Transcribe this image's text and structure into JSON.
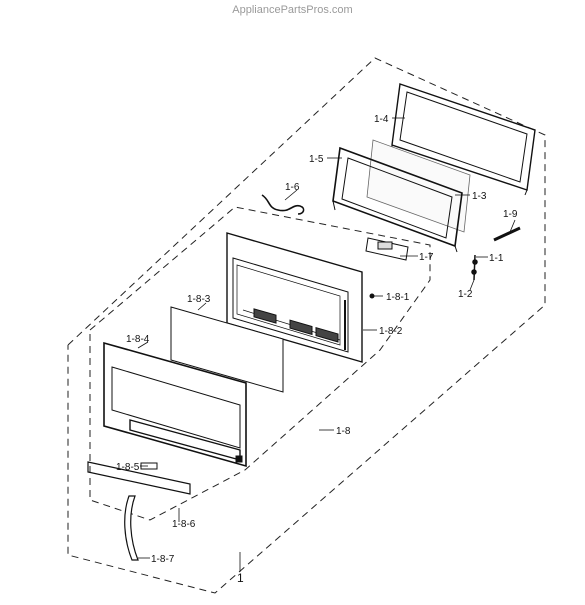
{
  "watermark": "AppliancePartsPros.com",
  "labels": {
    "assembly": "1",
    "door_assembly": "1-8",
    "choke_frame": "1-4",
    "door_screen": "1-5",
    "door_glass": "1-3",
    "harness": "1-6",
    "spring": "1-9",
    "bracket": "1-7",
    "hook": "1-1",
    "lever": "1-2",
    "screw": "1-8-1",
    "control_panel": "1-8-2",
    "window_film": "1-8-3",
    "door_panel": "1-8-4",
    "badge": "1-8-5",
    "handle": "1-8-6",
    "handle_cover": "1-8-7"
  }
}
